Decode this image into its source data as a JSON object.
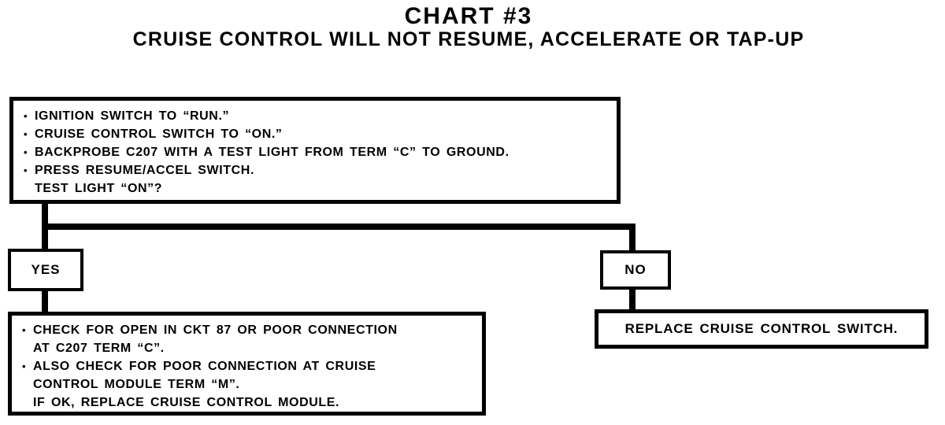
{
  "colors": {
    "ink": "#000000",
    "paper": "#ffffff"
  },
  "glyphs": {
    "bullet": "•"
  },
  "header": {
    "title": "CHART #3",
    "subtitle": "CRUISE CONTROL WILL NOT RESUME, ACCELERATE OR TAP-UP"
  },
  "flowchart": {
    "step_box": {
      "bullets": [
        "IGNITION SWITCH TO “RUN.”",
        "CRUISE CONTROL SWITCH TO “ON.”",
        "BACKPROBE C207 WITH A TEST LIGHT FROM TERM “C” TO GROUND.",
        "PRESS RESUME/ACCEL SWITCH."
      ],
      "question": "TEST LIGHT “ON”?"
    },
    "yes_branch": {
      "label": "YES",
      "result_lines": [
        "CHECK FOR OPEN IN CKT 87 OR POOR CONNECTION",
        "AT C207 TERM “C”.",
        "ALSO CHECK FOR POOR CONNECTION AT CRUISE",
        "CONTROL MODULE TERM “M”.",
        "IF OK, REPLACE CRUISE CONTROL MODULE."
      ]
    },
    "no_branch": {
      "label": "NO",
      "result": "REPLACE CRUISE CONTROL SWITCH."
    }
  }
}
